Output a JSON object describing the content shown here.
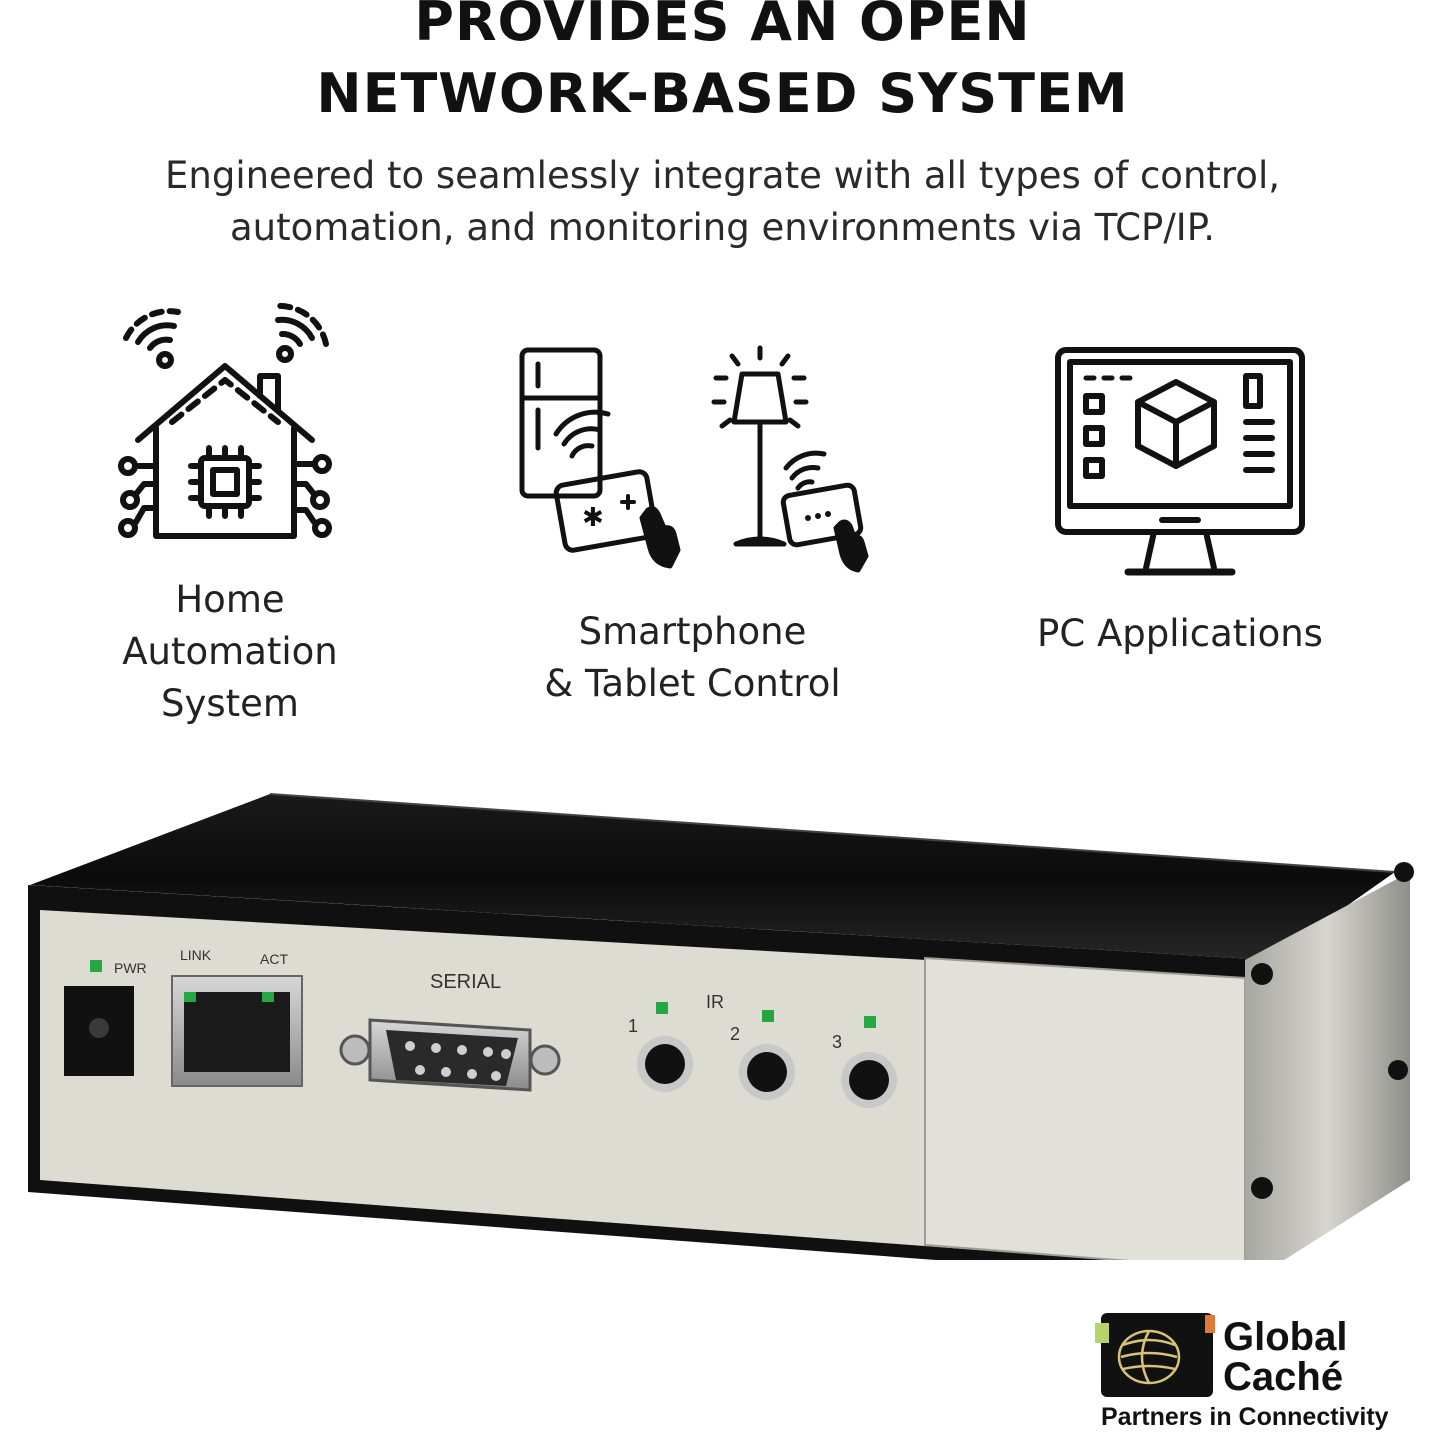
{
  "header": {
    "title_line1": "PROVIDES AN OPEN",
    "title_line2": "NETWORK-BASED SYSTEM",
    "subtitle_line1": "Engineered to seamlessly integrate with all types of control,",
    "subtitle_line2": "automation, and monitoring environments via TCP/IP."
  },
  "features": [
    {
      "icon": "smart-home-icon",
      "label_lines": [
        "Home",
        "Automation",
        "System"
      ]
    },
    {
      "icon": "appliance-tablet-control-icon",
      "label_lines": [
        "Smartphone",
        "& Tablet Control"
      ]
    },
    {
      "icon": "pc-monitor-icon",
      "label_lines": [
        "PC Applications"
      ]
    }
  ],
  "device": {
    "labels": {
      "pwr": "PWR",
      "link": "LINK",
      "act": "ACT",
      "serial": "SERIAL",
      "ir": "IR",
      "port1": "1",
      "port2": "2",
      "port3": "3"
    },
    "led_color": "#27a644"
  },
  "brand": {
    "name_line1": "Global",
    "name_line2": "Caché",
    "tagline": "Partners in Connectivity"
  }
}
